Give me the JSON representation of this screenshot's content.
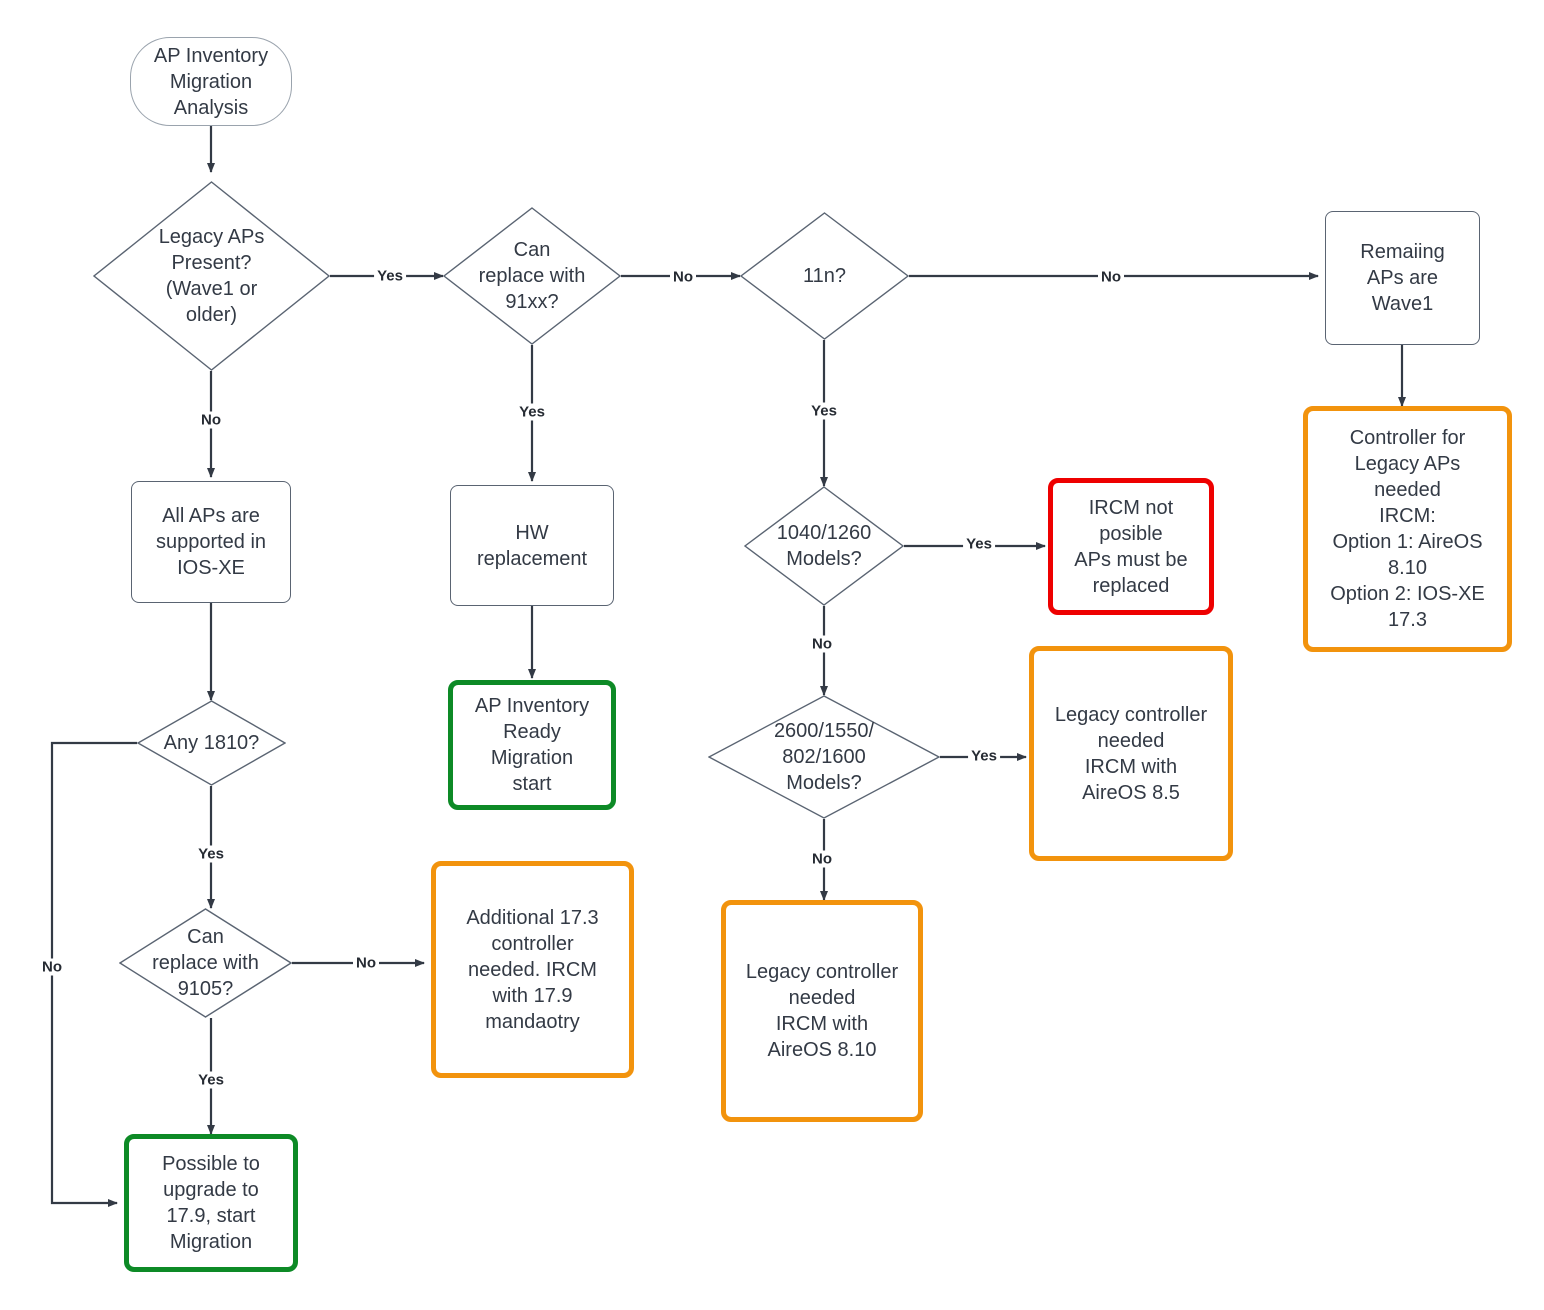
{
  "diagram": {
    "title": "AP Inventory Migration Analysis",
    "type": "flowchart",
    "colors": {
      "outline": "#5a6472",
      "text": "#333a45",
      "green": "#0d8a26",
      "orange": "#f2930d",
      "red": "#ee0000",
      "edge": "#333a45",
      "background": "#ffffff"
    }
  },
  "nodes": [
    {
      "id": "start",
      "label": "AP Inventory\nMigration\nAnalysis",
      "shape": "stadium",
      "color": "default"
    },
    {
      "id": "legacy",
      "label": "Legacy APs\nPresent?\n(Wave1 or\nolder)",
      "shape": "diamond",
      "color": "default"
    },
    {
      "id": "can91xx",
      "label": "Can\nreplace with\n91xx?",
      "shape": "diamond",
      "color": "default"
    },
    {
      "id": "is11n",
      "label": "11n?",
      "shape": "diamond",
      "color": "default"
    },
    {
      "id": "remaining",
      "label": "Remaiing\nAPs are\nWave1",
      "shape": "rect",
      "color": "default"
    },
    {
      "id": "controllerLeg",
      "label": "Controller for\nLegacy APs\nneeded\nIRCM:\nOption 1: AireOS\n8.10\nOption 2: IOS-XE\n17.3",
      "shape": "rect",
      "color": "orange"
    },
    {
      "id": "allSupported",
      "label": "All APs are\nsupported in\nIOS-XE",
      "shape": "rect",
      "color": "default"
    },
    {
      "id": "hwReplace",
      "label": "HW\nreplacement",
      "shape": "rect",
      "color": "default"
    },
    {
      "id": "models1040",
      "label": "1040/1260\nModels?",
      "shape": "diamond",
      "color": "default"
    },
    {
      "id": "ircmNot",
      "label": "IRCM not\nposible\nAPs must be\nreplaced",
      "shape": "rect",
      "color": "red"
    },
    {
      "id": "any1810",
      "label": "Any 1810?",
      "shape": "diamond",
      "color": "default"
    },
    {
      "id": "apReady",
      "label": "AP Inventory\nReady\nMigration\nstart",
      "shape": "rect",
      "color": "green"
    },
    {
      "id": "models2600",
      "label": "2600/1550/\n802/1600\nModels?",
      "shape": "diamond",
      "color": "default"
    },
    {
      "id": "legacy85",
      "label": "Legacy controller\nneeded\nIRCM with\nAireOS 8.5",
      "shape": "rect",
      "color": "orange"
    },
    {
      "id": "can9105",
      "label": "Can\nreplace with\n9105?",
      "shape": "diamond",
      "color": "default"
    },
    {
      "id": "additional173",
      "label": "Additional 17.3\ncontroller\nneeded. IRCM\nwith 17.9\nmandaotry",
      "shape": "rect",
      "color": "orange"
    },
    {
      "id": "legacy810",
      "label": "Legacy controller\nneeded\nIRCM with\nAireOS 8.10",
      "shape": "rect",
      "color": "orange"
    },
    {
      "id": "possible179",
      "label": "Possible to\nupgrade to\n17.9, start\nMigration",
      "shape": "rect",
      "color": "green"
    }
  ],
  "edges": [
    {
      "from": "start",
      "to": "legacy",
      "label": ""
    },
    {
      "from": "legacy",
      "to": "can91xx",
      "label": "Yes"
    },
    {
      "from": "legacy",
      "to": "allSupported",
      "label": "No"
    },
    {
      "from": "can91xx",
      "to": "is11n",
      "label": "No"
    },
    {
      "from": "can91xx",
      "to": "hwReplace",
      "label": "Yes"
    },
    {
      "from": "is11n",
      "to": "remaining",
      "label": "No"
    },
    {
      "from": "is11n",
      "to": "models1040",
      "label": "Yes"
    },
    {
      "from": "remaining",
      "to": "controllerLeg",
      "label": ""
    },
    {
      "from": "hwReplace",
      "to": "apReady",
      "label": ""
    },
    {
      "from": "models1040",
      "to": "ircmNot",
      "label": "Yes"
    },
    {
      "from": "models1040",
      "to": "models2600",
      "label": "No"
    },
    {
      "from": "models2600",
      "to": "legacy85",
      "label": "Yes"
    },
    {
      "from": "models2600",
      "to": "legacy810",
      "label": "No"
    },
    {
      "from": "allSupported",
      "to": "any1810",
      "label": ""
    },
    {
      "from": "any1810",
      "to": "can9105",
      "label": "Yes"
    },
    {
      "from": "any1810",
      "to": "possible179",
      "label": "No"
    },
    {
      "from": "can9105",
      "to": "additional173",
      "label": "No"
    },
    {
      "from": "can9105",
      "to": "possible179",
      "label": "Yes"
    }
  ],
  "edge_labels": {
    "legacy_yes": "Yes",
    "legacy_no": "No",
    "can91xx_no": "No",
    "can91xx_yes": "Yes",
    "is11n_no": "No",
    "is11n_yes": "Yes",
    "models1040_yes": "Yes",
    "models1040_no": "No",
    "models2600_yes": "Yes",
    "models2600_no": "No",
    "any1810_yes": "Yes",
    "any1810_no": "No",
    "can9105_no": "No",
    "can9105_yes": "Yes"
  }
}
